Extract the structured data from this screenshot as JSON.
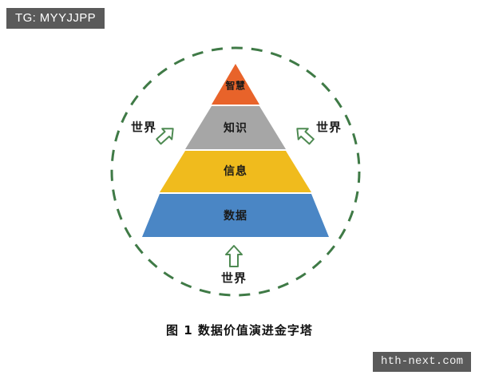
{
  "watermarks": {
    "tag": "TG: MYYJJPP",
    "site": "hth-next.com"
  },
  "figure": {
    "caption": "图 1  数据价值演进金字塔",
    "pyramid": {
      "levels": [
        {
          "label": "智慧",
          "color": "#e8632a",
          "order": 4
        },
        {
          "label": "知识",
          "color": "#a6a6a6",
          "order": 3
        },
        {
          "label": "信息",
          "color": "#f0bb1d",
          "order": 2
        },
        {
          "label": "数据",
          "color": "#4a86c5",
          "order": 1
        }
      ]
    },
    "surroundings": {
      "circle_color": "#3f7a46",
      "arrow_color": "#4e8a52",
      "labels": [
        {
          "text": "世界",
          "position": "left"
        },
        {
          "text": "世界",
          "position": "right"
        },
        {
          "text": "世界",
          "position": "bottom"
        }
      ]
    }
  }
}
